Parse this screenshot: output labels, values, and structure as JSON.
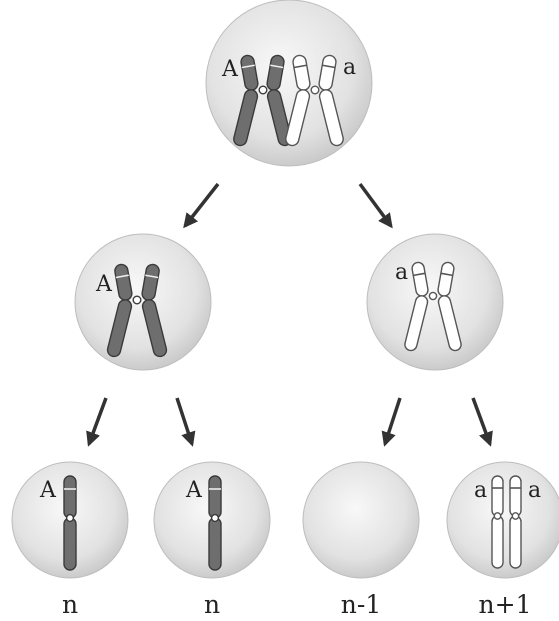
{
  "colors": {
    "dark_chromosome": "#6e6e6e",
    "light_chromosome": "#ffffff",
    "outline": "#3a3a3a",
    "arrow": "#333333",
    "cell_center": "#f7f7f7",
    "cell_edge": "#cfcfcf"
  },
  "parent_cell": {
    "gene_left": "A",
    "gene_right": "a"
  },
  "second_division": {
    "left_cell": {
      "gene": "A"
    },
    "right_cell": {
      "gene": "a"
    }
  },
  "gametes": [
    {
      "id": "g1",
      "genes": [
        "A"
      ],
      "label": "n"
    },
    {
      "id": "g2",
      "genes": [
        "A"
      ],
      "label": "n"
    },
    {
      "id": "g3",
      "genes": [],
      "label": "n-1"
    },
    {
      "id": "g4",
      "genes": [
        "a",
        "a"
      ],
      "label": "n+1"
    }
  ],
  "icons": [
    "arrow-icon",
    "chromosome-icon"
  ]
}
